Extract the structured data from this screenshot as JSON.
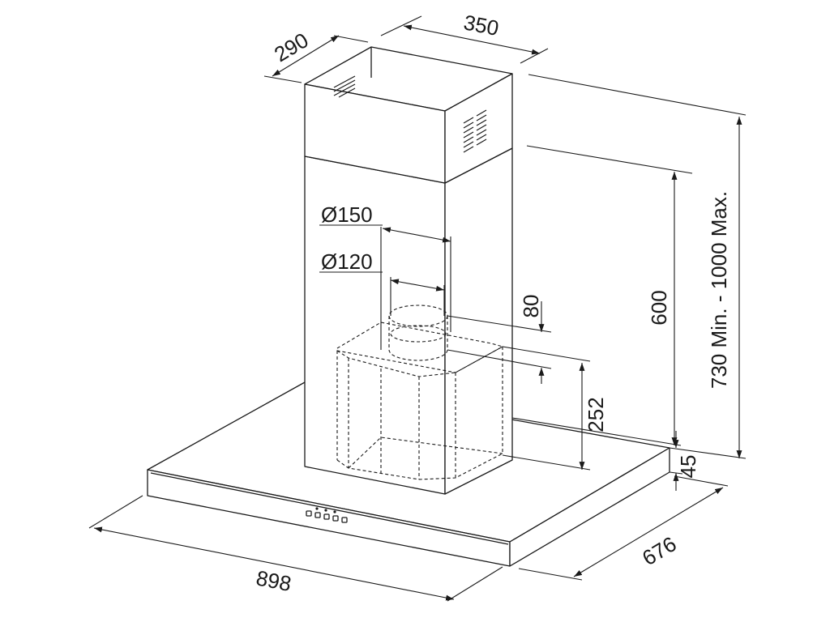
{
  "dimensions": {
    "chimney_width": "350",
    "chimney_depth": "290",
    "duct_outer": "Ø150",
    "duct_inner": "Ø120",
    "collar_height": "80",
    "motor_height": "252",
    "lower_chimney": "600",
    "total_height": "730 Min. - 1000 Max.",
    "canopy_thickness": "45",
    "canopy_depth": "676",
    "canopy_width": "898"
  }
}
